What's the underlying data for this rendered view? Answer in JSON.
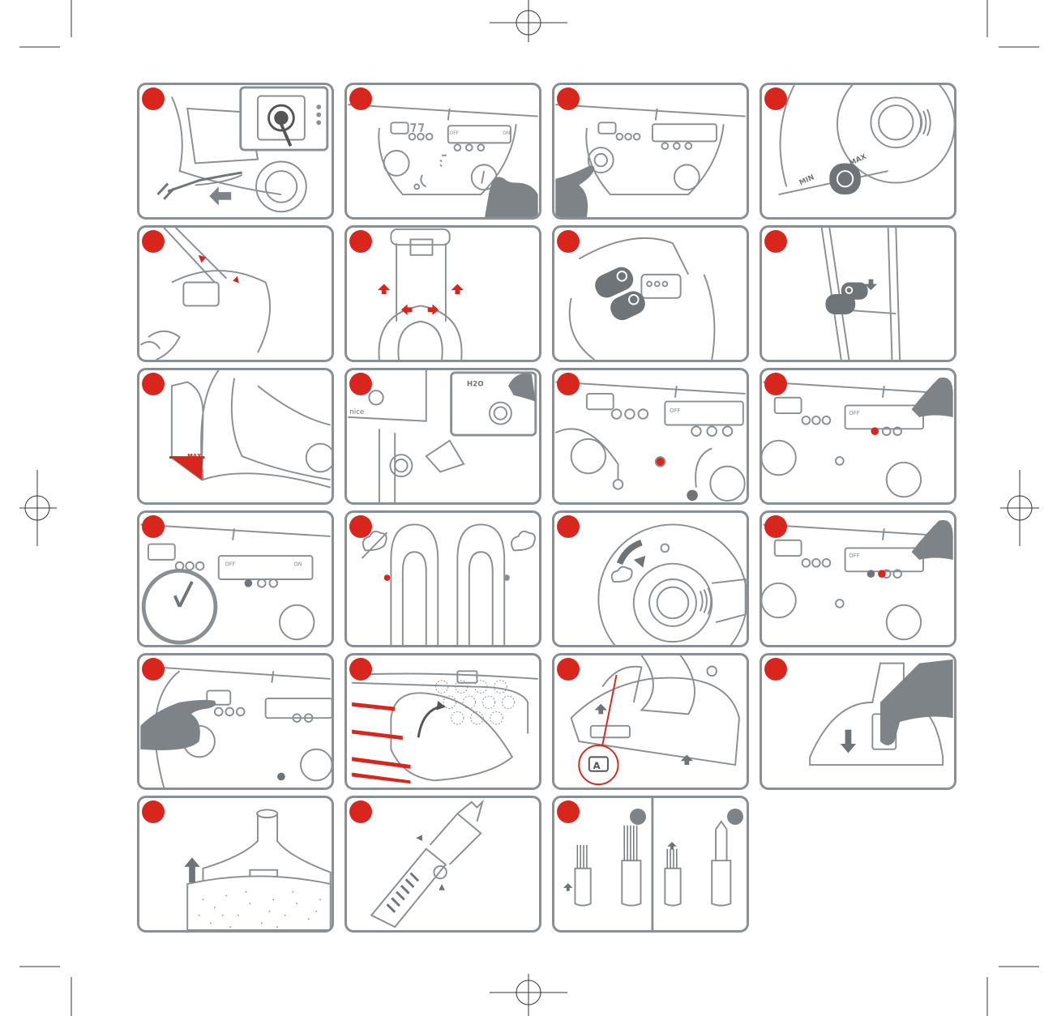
{
  "colors": {
    "step_badge": "#d8261c",
    "accent_arrow": "#d8261c",
    "outline": "#8a8f93",
    "hand": "#7d8387",
    "sub_badge": "#7d8387"
  },
  "icons": {
    "step_badge": "red-circle-icon",
    "hand": "pointing-hand-icon",
    "arrow": "arrow-icon",
    "clock": "clock-icon",
    "steam": "steam-cloud-icon",
    "water_tap": "water-tap-icon",
    "power": "power-knob-icon"
  },
  "panel_labels": {
    "power_plug": "",
    "off": "OFF",
    "on": "ON",
    "minus": "−",
    "plus": "+",
    "min": "MIN",
    "max": "MAX",
    "tank_max": "MAX",
    "water": "H2O",
    "nice": "nice",
    "accessory_marker": "A"
  }
}
